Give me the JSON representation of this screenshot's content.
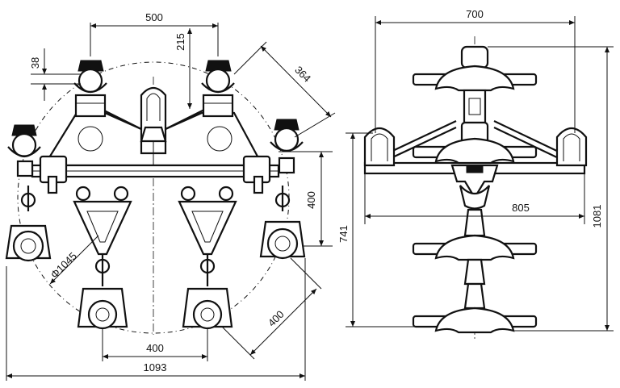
{
  "front_view": {
    "dimensions": {
      "top_span": "500",
      "vertical_215": "215",
      "vertical_38": "38",
      "diagonal_364": "364",
      "vertical_400": "400",
      "diameter": "Φ1045",
      "bottom_span": "400",
      "diagonal_400": "400",
      "overall_width": "1093"
    }
  },
  "side_view": {
    "dimensions": {
      "top_width": "700",
      "mid_width": "805",
      "height_left": "741",
      "height_right": "1081"
    }
  }
}
